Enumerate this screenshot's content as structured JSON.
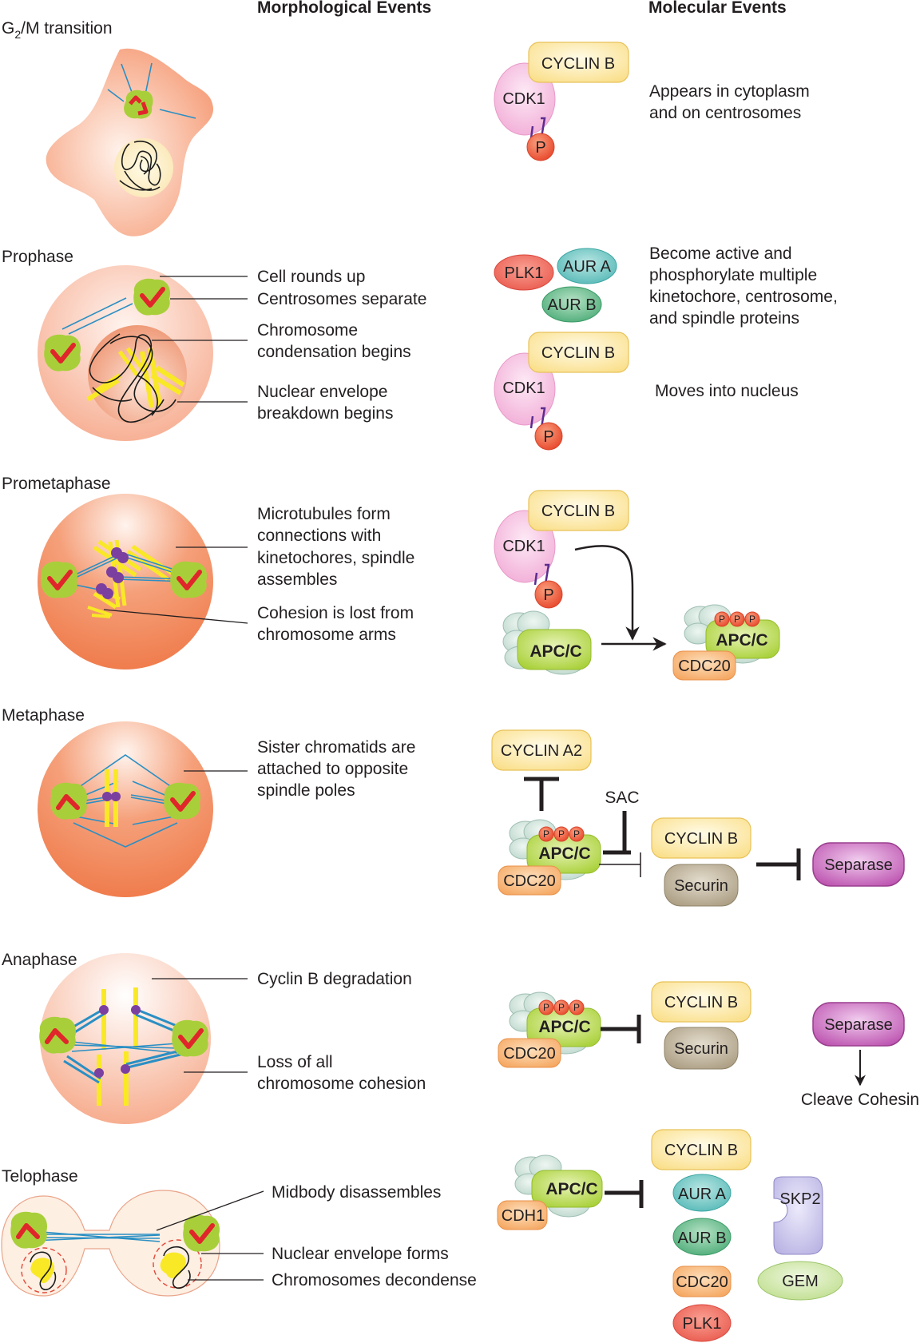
{
  "headers": {
    "morphological": "Morphological Events",
    "molecular": "Molecular Events"
  },
  "colors": {
    "cell_orange": "#f28a5c",
    "cell_light": "#fde3d6",
    "centrosome_green": "#a8cf3a",
    "centriole_red": "#e0262b",
    "microtubule_blue": "#2a8fc4",
    "chromosome_yellow": "#f9e826",
    "kinetochore_purple": "#7b3fa0",
    "cyclin_yellow": "#fbe49a",
    "cdk1_pink": "#f4b8dc",
    "phospho_red": "#ec5a3c",
    "plk1_red": "#ef6a5e",
    "aura_teal": "#6fc6c4",
    "aurb_green": "#66bb8a",
    "apcc_green": "#b9d94e",
    "apcc_subunit": "#cfe3dc",
    "cdc20_orange": "#f8b77a",
    "securin_tan": "#b7aa92",
    "separase_magenta": "#c564b7",
    "skp2_lavender": "#c7c3ea",
    "gem_green": "#cfe7a6"
  },
  "phases": [
    {
      "name": "G2/M transition",
      "name_main": "G",
      "name_sub": "2",
      "name_rest": "/M transition",
      "morph_labels": [],
      "molecular": {
        "proteins": [
          "CYCLIN B",
          "CDK1",
          "P"
        ],
        "notes": [
          "Appears in cytoplasm",
          "and on centrosomes"
        ]
      }
    },
    {
      "name": "Prophase",
      "morph_labels": [
        [
          "Cell rounds up"
        ],
        [
          "Centrosomes separate"
        ],
        [
          "Chromosome",
          "condensation begins"
        ],
        [
          "Nuclear envelope",
          "breakdown begins"
        ]
      ],
      "molecular": {
        "proteins": [
          "PLK1",
          "AUR A",
          "AUR B",
          "CYCLIN B",
          "CDK1",
          "P"
        ],
        "notes_kinases": [
          "Become active and",
          "phosphorylate multiple",
          "kinetochore, centrosome,",
          "and spindle proteins"
        ],
        "notes_cdk": [
          "Moves into nucleus"
        ]
      }
    },
    {
      "name": "Prometaphase",
      "morph_labels": [
        [
          "Microtubules form",
          "connections with",
          "kinetochores, spindle",
          "assembles"
        ],
        [
          "Cohesion is lost from",
          "chromosome arms"
        ]
      ],
      "molecular": {
        "proteins": [
          "CYCLIN B",
          "CDK1",
          "P",
          "APC/C",
          "APC/C",
          "CDC20"
        ],
        "phospho": [
          "P",
          "P",
          "P"
        ]
      }
    },
    {
      "name": "Metaphase",
      "morph_labels": [
        [
          "Sister chromatids are",
          "attached to opposite",
          "spindle poles"
        ]
      ],
      "molecular": {
        "proteins": [
          "CYCLIN A2",
          "APC/C",
          "CDC20",
          "CYCLIN B",
          "Securin",
          "Separase"
        ],
        "phospho": [
          "P",
          "P",
          "P"
        ],
        "sac_label": "SAC"
      }
    },
    {
      "name": "Anaphase",
      "morph_labels": [
        [
          "Cyclin B degradation"
        ],
        [
          "Loss of all",
          "chromosome cohesion"
        ]
      ],
      "molecular": {
        "proteins": [
          "APC/C",
          "CDC20",
          "CYCLIN B",
          "Securin",
          "Separase"
        ],
        "phospho": [
          "P",
          "P",
          "P"
        ],
        "outcome": "Cleave Cohesin"
      }
    },
    {
      "name": "Telophase",
      "morph_labels": [
        [
          "Midbody disassembles"
        ],
        [
          "Nuclear envelope forms"
        ],
        [
          "Chromosomes decondense"
        ]
      ],
      "molecular": {
        "proteins": [
          "APC/C",
          "CDH1",
          "CYCLIN B",
          "AUR A",
          "AUR B",
          "CDC20",
          "PLK1",
          "SKP2",
          "GEM"
        ]
      }
    }
  ]
}
